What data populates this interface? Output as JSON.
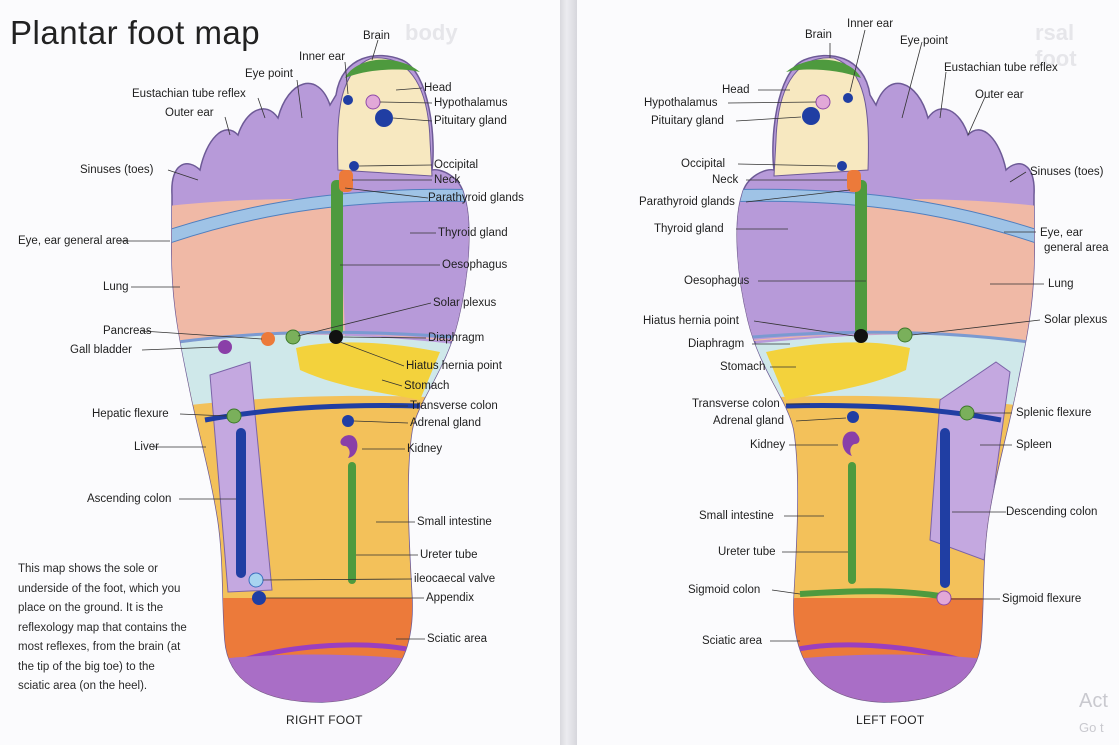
{
  "title": "Plantar foot map",
  "description": "This map shows the sole or underside of the foot, which you place on the ground. It is the reflexology map that contains the most reflexes, from the brain (at the tip of the big toe) to the sciatic area (on the heel).",
  "description_lines": [
    "This map shows the sole or",
    "underside of the foot, which you",
    "place on the ground. It is the",
    "reflexology map that contains the",
    "most reflexes, from the brain (at",
    "the tip of the big toe) to the",
    "sciatic area (on the heel)."
  ],
  "right_foot": {
    "caption": "RIGHT FOOT",
    "labels": {
      "brain": "Brain",
      "inner_ear": "Inner ear",
      "eye_point": "Eye point",
      "eustachian": "Eustachian tube reflex",
      "outer_ear": "Outer ear",
      "sinuses": "Sinuses (toes)",
      "head": "Head",
      "hypothalamus": "Hypothalamus",
      "pituitary": "Pituitary gland",
      "occipital": "Occipital",
      "neck": "Neck",
      "parathyroid": "Parathyroid glands",
      "thyroid": "Thyroid gland",
      "eye_ear_general": "Eye, ear general area",
      "oesophagus": "Oesophagus",
      "lung": "Lung",
      "solar_plexus": "Solar plexus",
      "pancreas": "Pancreas",
      "diaphragm": "Diaphragm",
      "gall_bladder": "Gall bladder",
      "hiatus_hernia": "Hiatus hernia point",
      "stomach": "Stomach",
      "transverse_colon": "Transverse colon",
      "hepatic_flexure": "Hepatic flexure",
      "adrenal": "Adrenal gland",
      "liver": "Liver",
      "kidney": "Kidney",
      "ascending_colon": "Ascending colon",
      "small_intestine": "Small intestine",
      "ureter": "Ureter tube",
      "ileocaecal": "ileocaecal valve",
      "appendix": "Appendix",
      "sciatic": "Sciatic area"
    }
  },
  "left_foot": {
    "caption": "LEFT FOOT",
    "labels": {
      "brain": "Brain",
      "inner_ear": "Inner ear",
      "eye_point": "Eye point",
      "eustachian": "Eustachian tube reflex",
      "outer_ear": "Outer ear",
      "head": "Head",
      "hypothalamus": "Hypothalamus",
      "pituitary": "Pituitary gland",
      "sinuses": "Sinuses (toes)",
      "occipital": "Occipital",
      "neck": "Neck",
      "parathyroid": "Parathyroid glands",
      "thyroid": "Thyroid gland",
      "eye_ear_1": "Eye, ear",
      "eye_ear_2": "general area",
      "oesophagus": "Oesophagus",
      "lung": "Lung",
      "hiatus_hernia": "Hiatus hernia point",
      "solar_plexus": "Solar plexus",
      "diaphragm": "Diaphragm",
      "stomach": "Stomach",
      "transverse_colon": "Transverse colon",
      "splenic_flexure": "Splenic flexure",
      "adrenal": "Adrenal gland",
      "spleen": "Spleen",
      "kidney": "Kidney",
      "small_intestine": "Small intestine",
      "descending_colon": "Descending colon",
      "ureter": "Ureter tube",
      "sigmoid_colon": "Sigmoid colon",
      "sigmoid_flexure": "Sigmoid flexure",
      "sciatic": "Sciatic area"
    }
  },
  "watermark": {
    "line1": "Act",
    "line2": "Go t"
  },
  "colors": {
    "toe_purple": "#b79ad9",
    "lung_pink": "#f0b9a6",
    "eye_band": "#9fc3e6",
    "oesophagus_green": "#4e9a3e",
    "stomach_yellow": "#f3d23c",
    "abdomen_orange": "#f3c15a",
    "liver_purple": "#c4a8e0",
    "colon_blue": "#203ea3",
    "sciatic_orange": "#ec7a3a",
    "heel_purple": "#a96ec6",
    "head_cream": "#f7e8c0"
  }
}
